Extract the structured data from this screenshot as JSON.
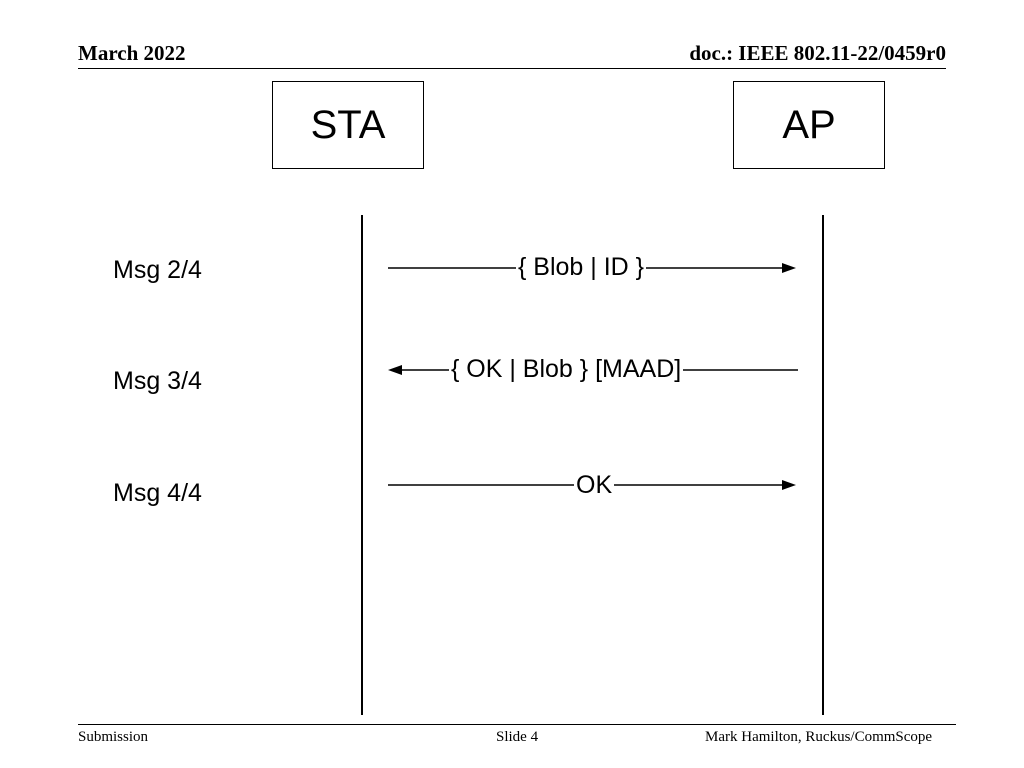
{
  "header": {
    "date": "March 2022",
    "doc": "doc.: IEEE 802.11-22/0459r0"
  },
  "entities": {
    "sta": "STA",
    "ap": "AP"
  },
  "messages": [
    {
      "label": "Msg 2/4",
      "text": "{ Blob | ID }",
      "direction": "to-ap"
    },
    {
      "label": "Msg 3/4",
      "text": "{ OK | Blob } [MAAD]",
      "direction": "to-sta"
    },
    {
      "label": "Msg 4/4",
      "text": "OK",
      "direction": "to-ap"
    }
  ],
  "footer": {
    "left": "Submission",
    "center": "Slide 4",
    "right": "Mark Hamilton, Ruckus/CommScope"
  }
}
